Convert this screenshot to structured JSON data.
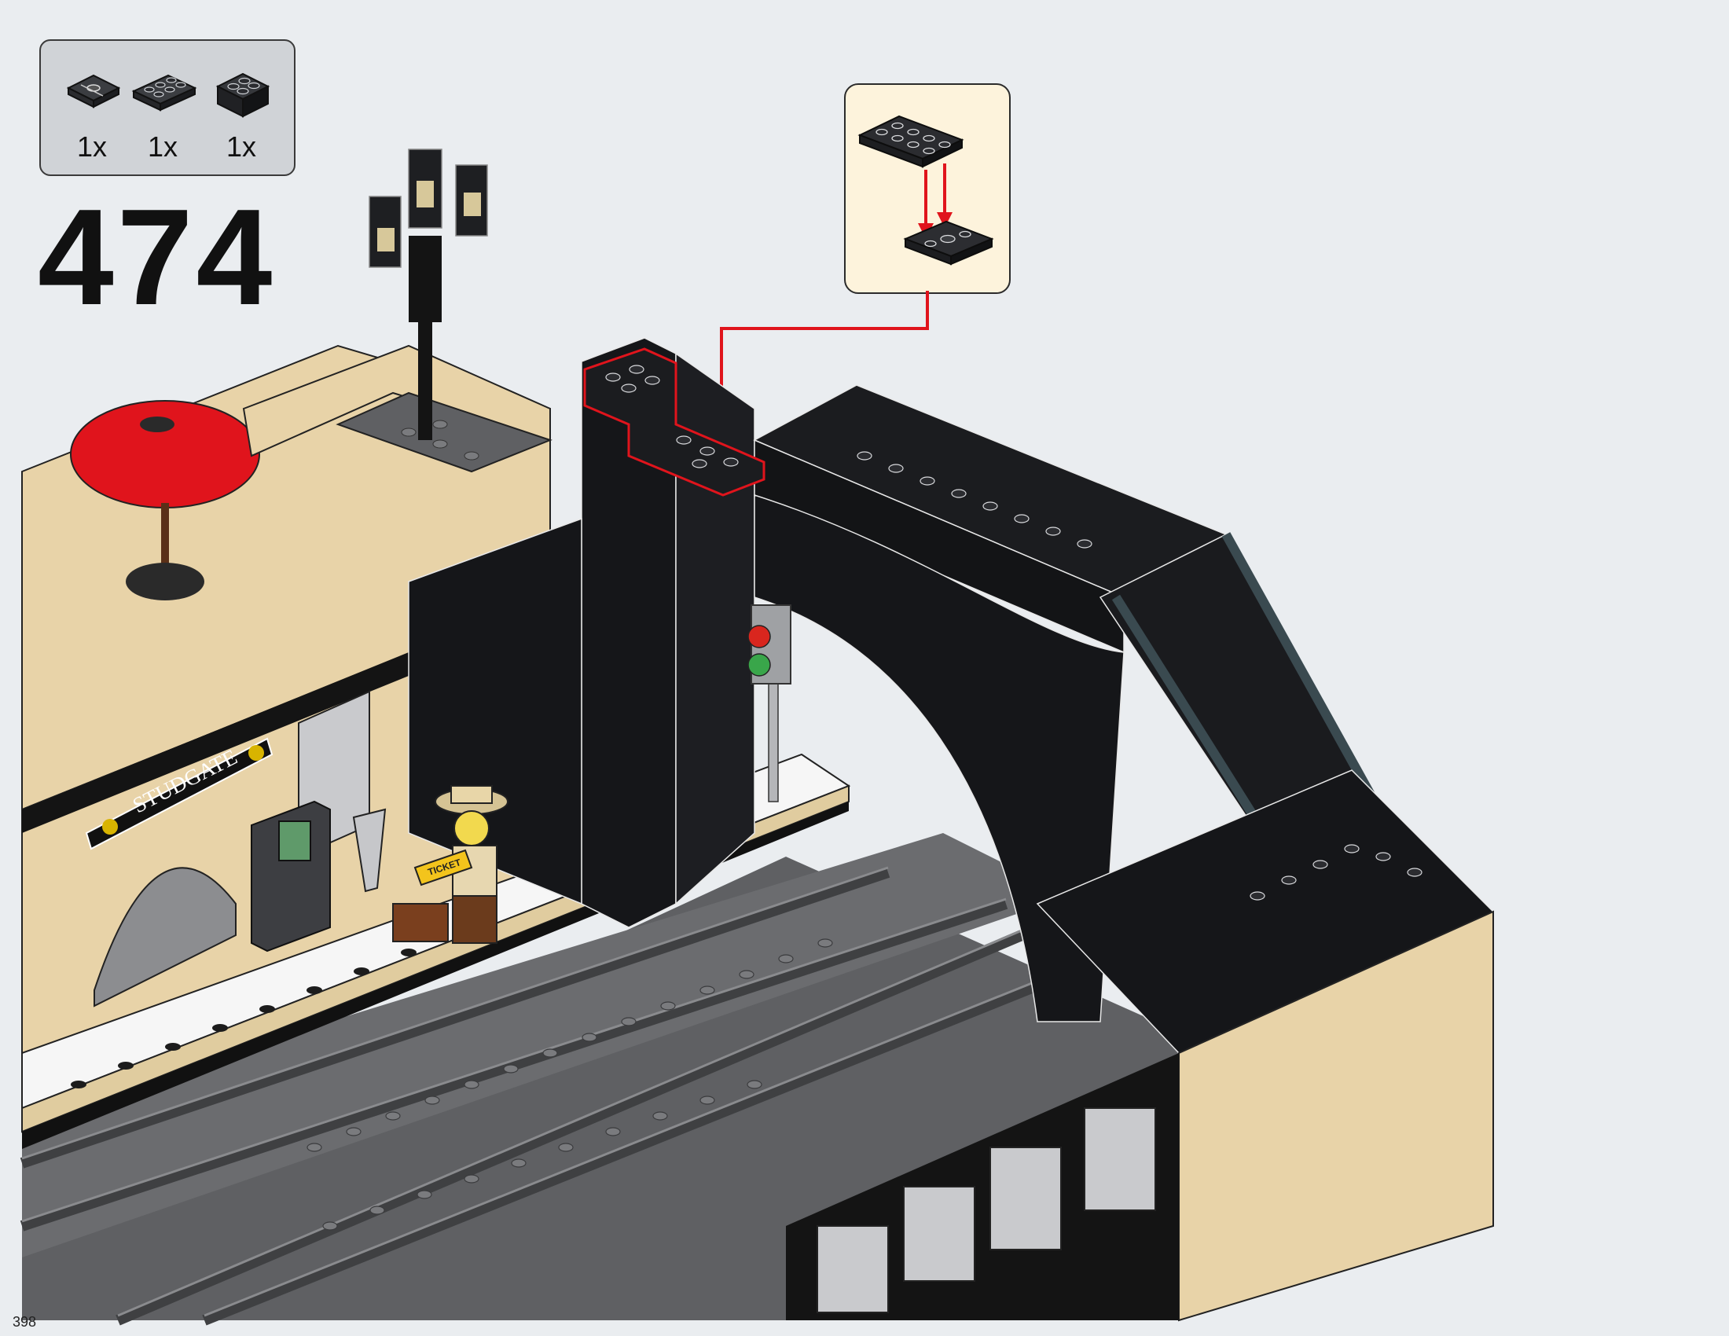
{
  "parts_list": {
    "items": [
      {
        "icon": "dark-plate-2x2-inverted-icon",
        "qty": "1x"
      },
      {
        "icon": "dark-plate-2x3-icon",
        "qty": "1x"
      },
      {
        "icon": "dark-brick-2x2-icon",
        "qty": "1x"
      }
    ]
  },
  "step": {
    "number": "474"
  },
  "scene": {
    "station_sign": "STUDGATE",
    "ticket_text": "TICKET"
  },
  "colors": {
    "background": "#eaedf0",
    "black_bricks": "#151619",
    "tan": "#e8d3a8",
    "dark_grey_baseplate": "#5f6063",
    "red_highlight": "#e0141c",
    "callout_bg": "#fdf3dc"
  },
  "page": {
    "number": "398"
  }
}
